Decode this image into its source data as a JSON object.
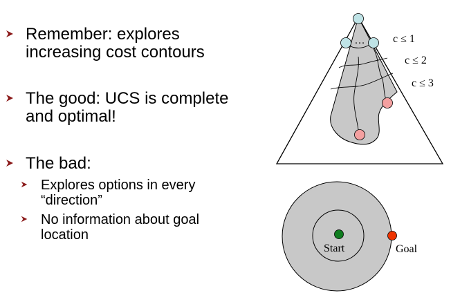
{
  "bullets": [
    {
      "lines": [
        "Remember: explores",
        "increasing cost contours"
      ]
    },
    {
      "lines": [
        "The good: UCS is complete",
        "and optimal!"
      ]
    },
    {
      "lines": [
        "The bad:"
      ]
    }
  ],
  "sub_bullets": [
    {
      "lines": [
        "Explores options in every",
        "“direction”"
      ]
    },
    {
      "lines": [
        "No information about goal",
        "location"
      ]
    }
  ],
  "triangle_diagram": {
    "ellipsis": "…",
    "contours": [
      "c ≤ 1",
      "c ≤ 2",
      "c ≤ 3"
    ]
  },
  "circle_diagram": {
    "start_label": "Start",
    "goal_label": "Goal"
  },
  "colors": {
    "arrow": "#8b1a1a",
    "region_fill": "#c8c8c8",
    "expanded_node": "#bfe3e6",
    "goal_node": "#f4a0a0",
    "start_node": "#0f7d1f",
    "goal_point": "#ee3300"
  }
}
